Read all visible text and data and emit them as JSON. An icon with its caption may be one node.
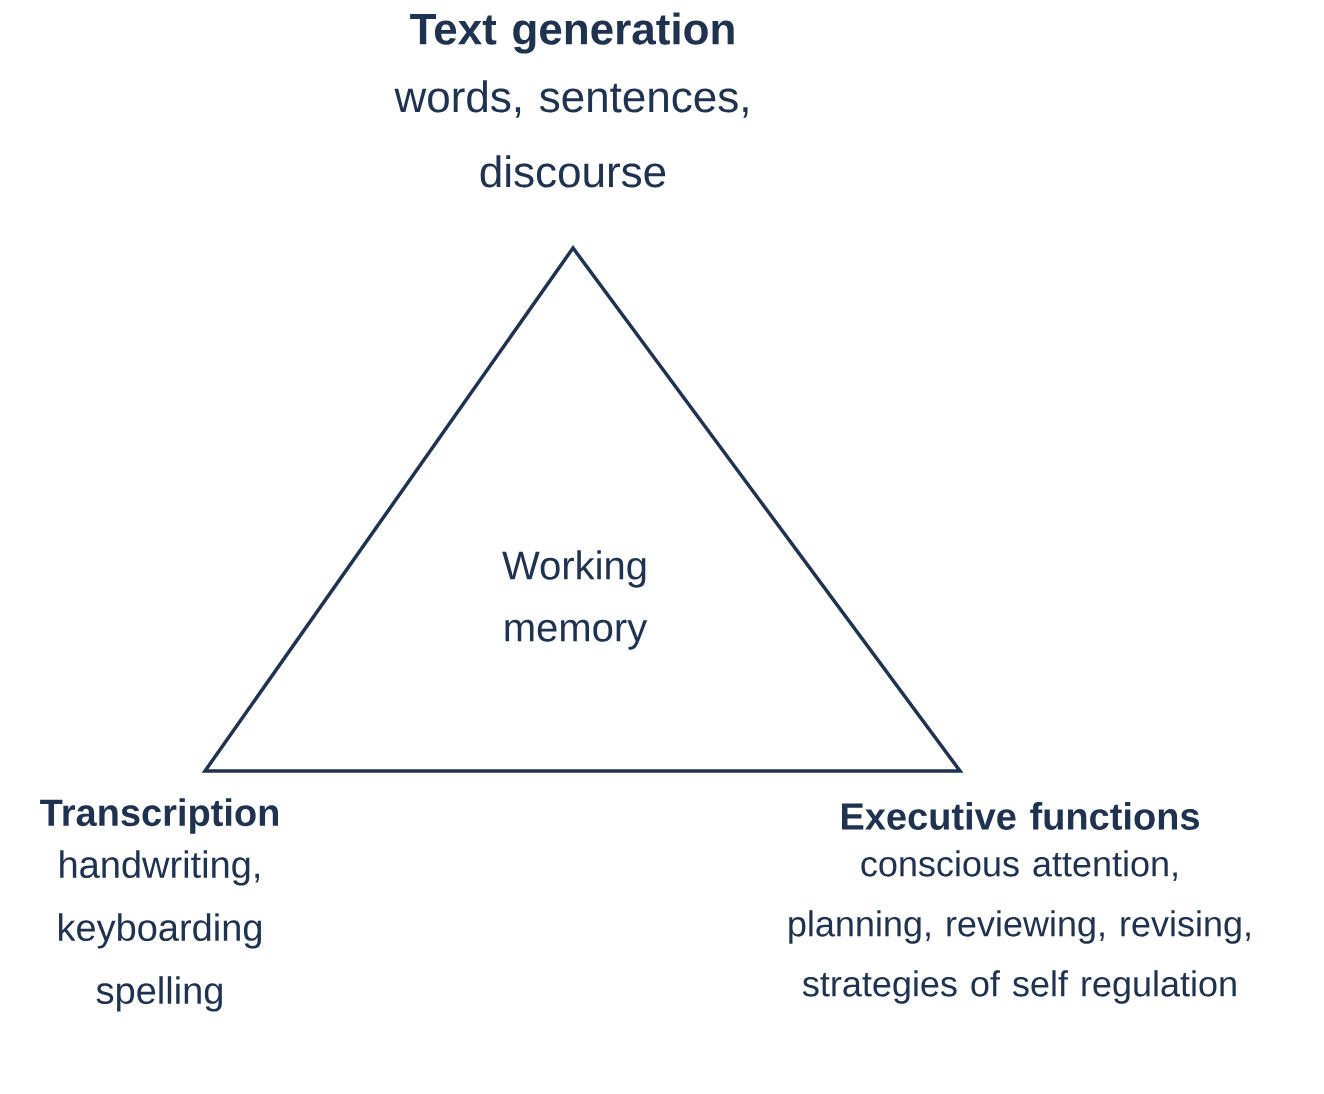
{
  "diagram": {
    "nodes": [
      {
        "text": [
          "Working memory"
        ]
      }
    ],
    "labels": [
      "Text generation",
      "words, sentences, discourse",
      "Transcription",
      "handwriting, keyboarding spelling",
      "Executive functions",
      "conscious attention, planning, reviewing, revising, strategies of self regulation"
    ]
  }
}
